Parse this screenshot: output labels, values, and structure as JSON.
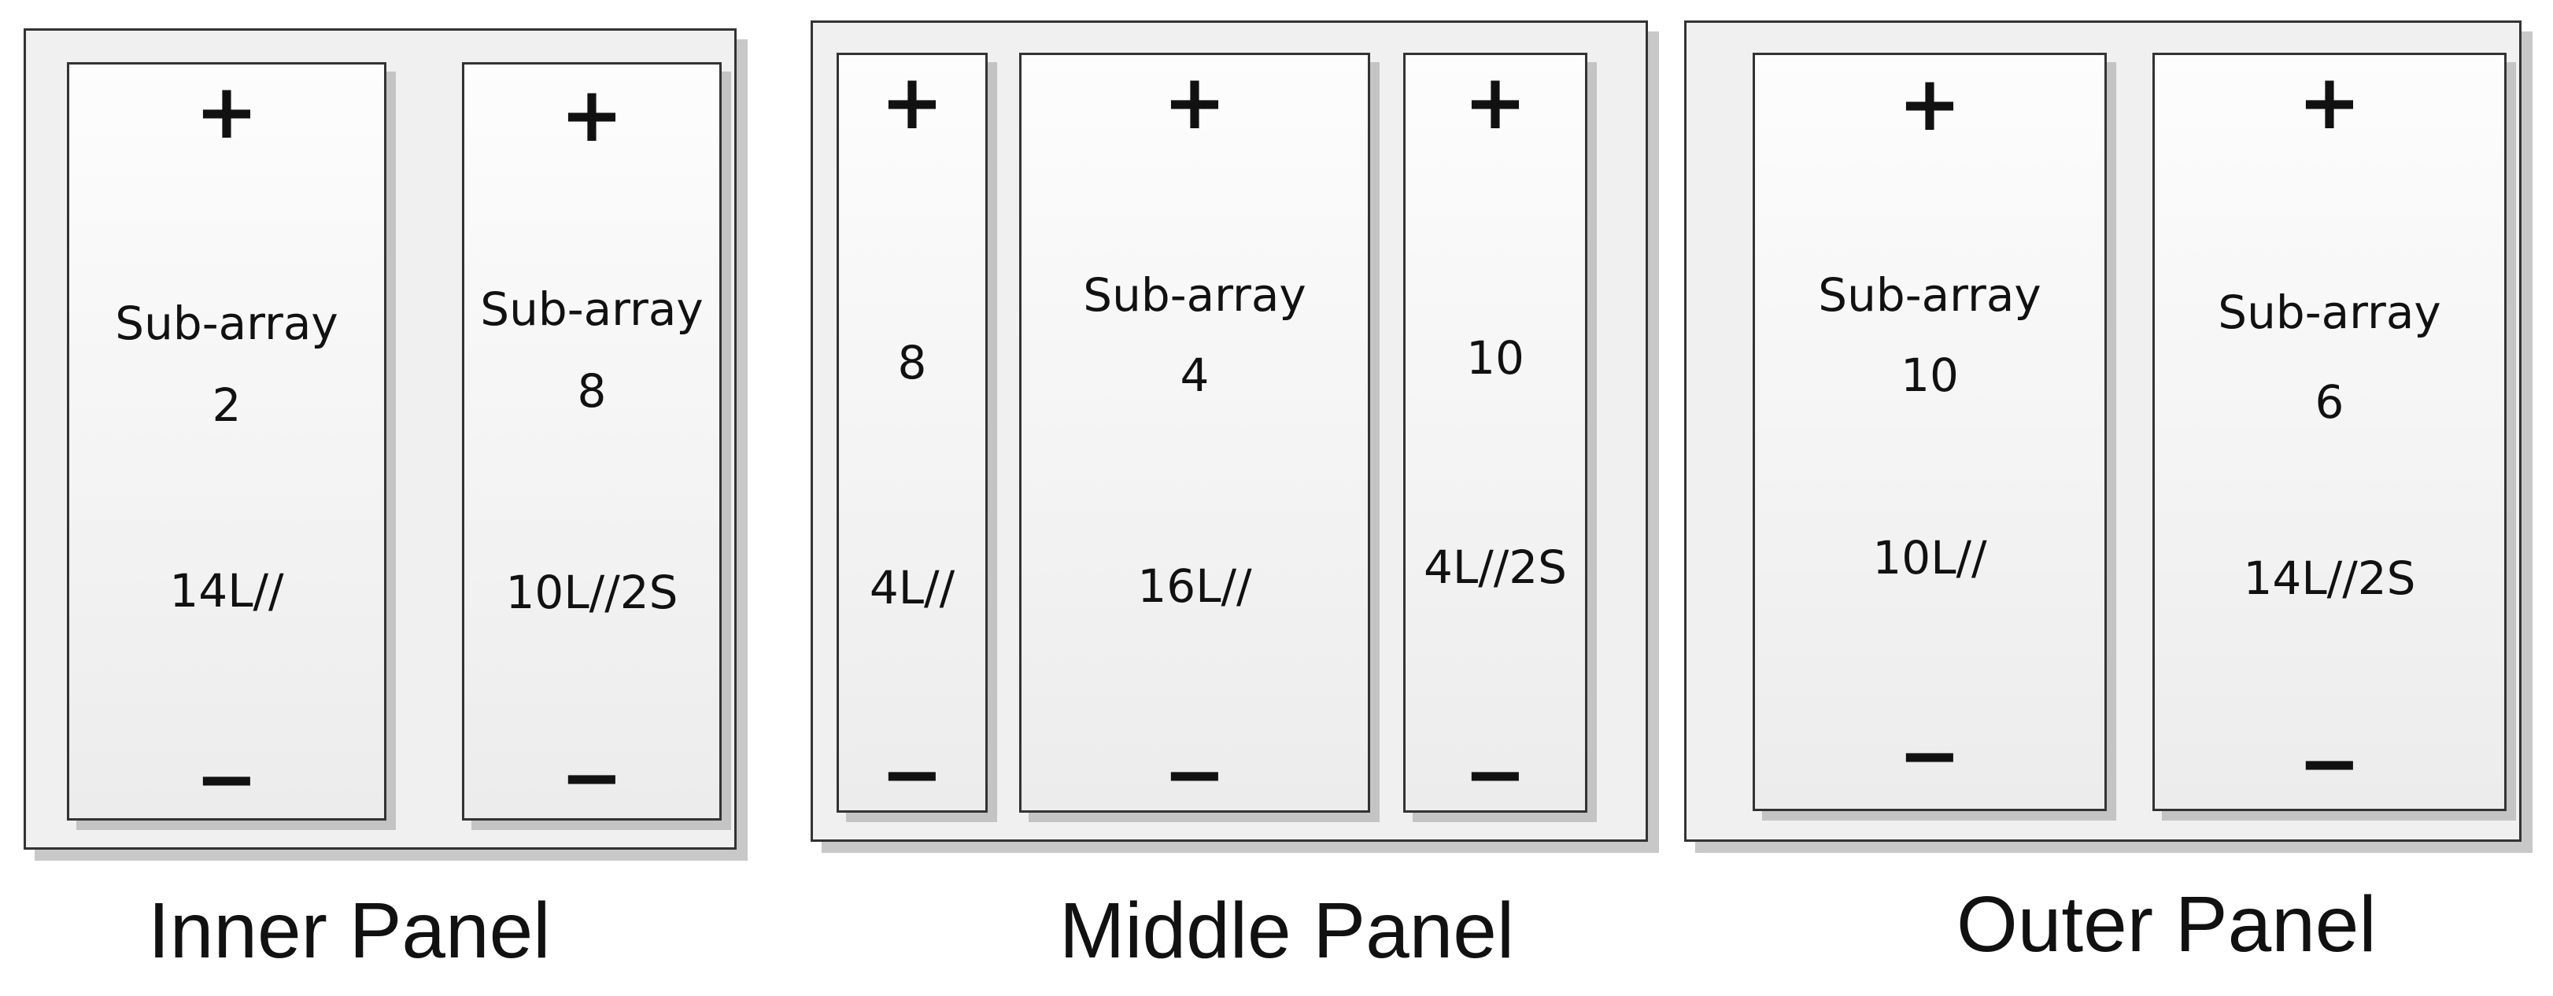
{
  "panels": [
    {
      "title": "Inner Panel",
      "subarrays": [
        {
          "plus": "+",
          "minus": "−",
          "line1": "Sub-array",
          "line2": "2",
          "config": "14L//"
        },
        {
          "plus": "+",
          "minus": "−",
          "line1": "Sub-array",
          "line2": "8",
          "config": "10L//2S"
        }
      ]
    },
    {
      "title": "Middle Panel",
      "subarrays": [
        {
          "plus": "+",
          "minus": "−",
          "line1": "",
          "line2": "8",
          "config": "4L//"
        },
        {
          "plus": "+",
          "minus": "−",
          "line1": "Sub-array",
          "line2": "4",
          "config": "16L//"
        },
        {
          "plus": "+",
          "minus": "−",
          "line1": "",
          "line2": "10",
          "config": "4L//2S"
        }
      ]
    },
    {
      "title": "Outer Panel",
      "subarrays": [
        {
          "plus": "+",
          "minus": "−",
          "line1": "Sub-array",
          "line2": "10",
          "config": "10L//"
        },
        {
          "plus": "+",
          "minus": "−",
          "line1": "Sub-array",
          "line2": "6",
          "config": "14L//2S"
        }
      ]
    }
  ]
}
